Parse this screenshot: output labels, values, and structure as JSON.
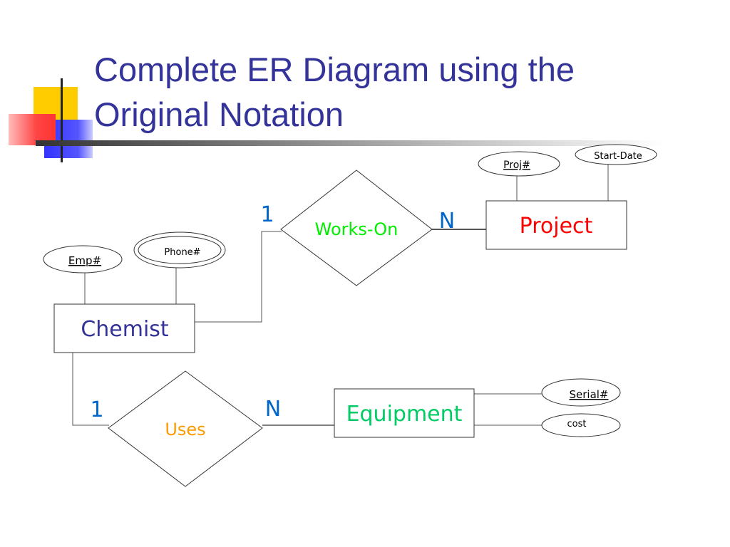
{
  "slide": {
    "title_line_1": "Complete ER Diagram using the",
    "title_line_2": "Original Notation"
  },
  "diagram": {
    "entities": {
      "chemist": "Chemist",
      "project": "Project",
      "equipment": "Equipment"
    },
    "relationships": {
      "works_on": "Works-On",
      "uses": "Uses"
    },
    "attributes": {
      "emp_no": "Emp#",
      "phone_no": "Phone#",
      "proj_no": "Proj#",
      "start_date": "Start-Date",
      "serial_no": "Serial#",
      "cost": "cost"
    },
    "cardinalities": {
      "works_on_chemist": "1",
      "works_on_project": "N",
      "uses_chemist": "1",
      "uses_equipment": "N"
    }
  },
  "colors": {
    "title": "#333399",
    "chemist": "#333399",
    "project": "#ff0000",
    "equipment": "#00cc66",
    "works_on": "#00ee00",
    "uses": "#ff9900",
    "cardinality": "#0066cc",
    "deco_yellow": "#ffcc00",
    "deco_blue": "#3333ff",
    "deco_red": "#ff3333"
  }
}
